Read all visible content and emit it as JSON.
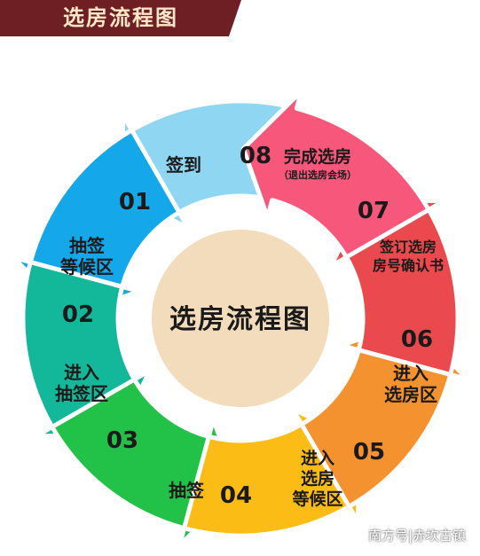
{
  "title": "选房流程图",
  "center_label": "选房流程图",
  "steps": [
    {
      "number": "01",
      "lines": [
        "签到"
      ],
      "color": "#8fd6f2"
    },
    {
      "number": "02",
      "lines": [
        "抽签",
        "等候区"
      ],
      "color": "#14a7ea"
    },
    {
      "number": "03",
      "lines": [
        "进入",
        "抽签区"
      ],
      "color": "#13b89a"
    },
    {
      "number": "04",
      "lines": [
        "抽签"
      ],
      "color": "#22c147"
    },
    {
      "number": "05",
      "lines": [
        "进入",
        "选房",
        "等候区"
      ],
      "color": "#fbbd15"
    },
    {
      "number": "06",
      "lines": [
        "进入",
        "选房区"
      ],
      "color": "#f3922e"
    },
    {
      "number": "07",
      "lines": [
        "签订选房",
        "房号确认书"
      ],
      "color": "#ea4a4d"
    },
    {
      "number": "08",
      "lines": [
        "完成选房"
      ],
      "sublabel": "（退出选房会场）",
      "color": "#f6577a"
    }
  ],
  "colors": {
    "banner": "#6e1f24",
    "center_circle": "#f2dcbc",
    "text": "#1a1a1a"
  },
  "watermark": "南方号|赤坎古镇"
}
